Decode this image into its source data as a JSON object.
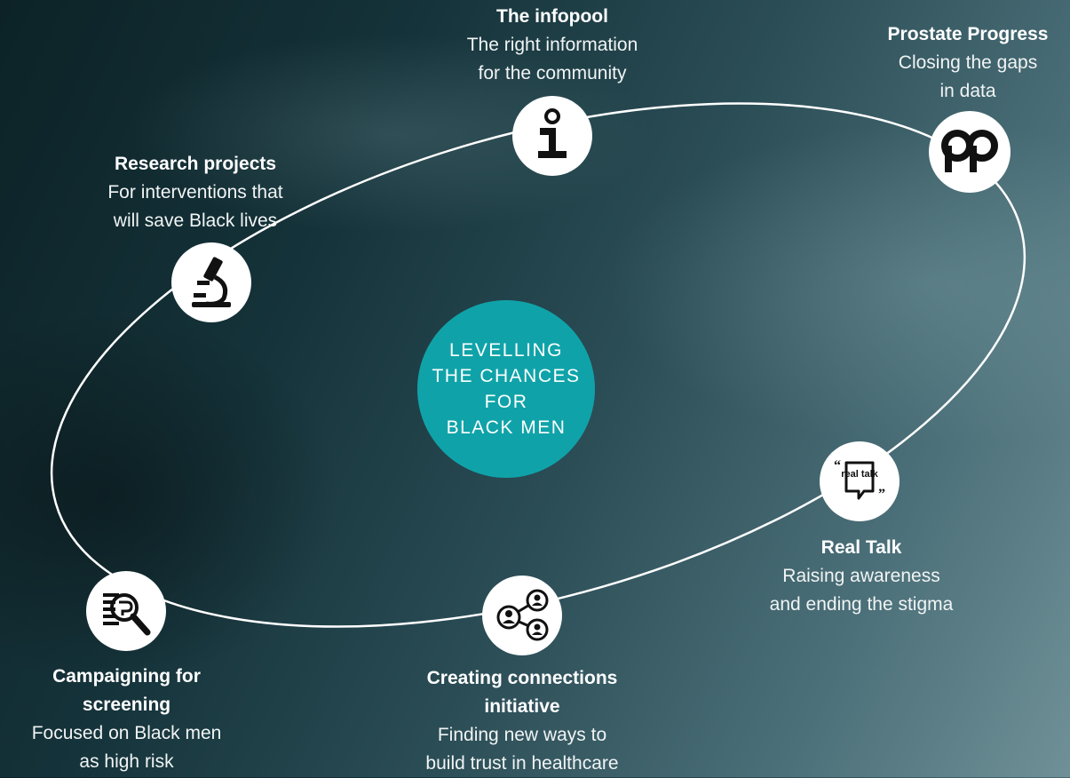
{
  "center": {
    "text": "LEVELLING\nTHE CHANCES\nFOR\nBLACK MEN"
  },
  "colors": {
    "accent": "#0fa3a9",
    "orbit": "#ffffff",
    "node_fill": "#ffffff",
    "icon": "#111111"
  },
  "nodes": [
    {
      "icon": "info-icon",
      "title": "The infopool",
      "desc": "The right information\nfor the community"
    },
    {
      "icon": "prostate-progress-logo-icon",
      "title": "Prostate Progress",
      "desc": "Closing the gaps\nin data"
    },
    {
      "icon": "real-talk-icon",
      "icon_text": "real talk",
      "title": "Real Talk",
      "desc": "Raising awareness\nand ending the stigma"
    },
    {
      "icon": "network-people-icon",
      "title": "Creating connections\ninitiative",
      "desc": "Finding new ways to\nbuild trust in healthcare"
    },
    {
      "icon": "magnifier-document-icon",
      "title": "Campaigning for\nscreening",
      "desc": "Focused on Black men\nas high risk"
    },
    {
      "icon": "microscope-icon",
      "title": "Research projects",
      "desc": "For interventions that\nwill save Black lives"
    }
  ]
}
